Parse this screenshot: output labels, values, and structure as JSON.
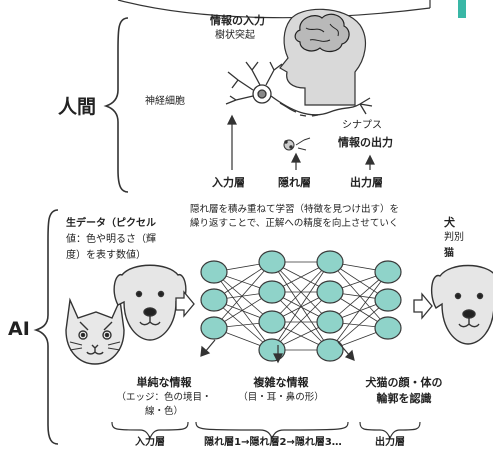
{
  "human": {
    "section_label": "人間",
    "info_input_line1": "情報の入力",
    "info_input_line2": "樹状突起",
    "neuron_label": "神経細胞",
    "synapse_line1": "シナプス",
    "synapse_line2": "情報の出力",
    "layer_input": "入力層",
    "layer_hidden": "隠れ層",
    "layer_output": "出力層"
  },
  "ai": {
    "section_label": "AI",
    "raw_data_lines": [
      "生データ（ピクセル",
      "値：色や明るさ（輝",
      "度）を表す数値）"
    ],
    "top_caption_lines": [
      "隠れ層を積み重ねて学習（特徴を見つけ出す）を",
      "繰り返すことで、正解への精度を向上させていく"
    ],
    "result_lines": [
      "犬",
      "判別",
      "猫"
    ],
    "simple_info_title": "単純な情報",
    "simple_info_lines": [
      "（エッジ：色の境目・",
      "線・色）"
    ],
    "complex_info_title": "複雑な情報",
    "complex_info_detail": "（目・耳・鼻の形）",
    "dogcat_lines": [
      "犬猫の顔・体の",
      "輪郭を認識"
    ],
    "bottom_input": "入力層",
    "bottom_hidden": "隠れ層1→隠れ層2→隠れ層3…",
    "bottom_output": "出力層"
  },
  "colors": {
    "node_fill": "#8fd3c9",
    "node_stroke": "#3a3a3a",
    "head_fill": "#d9d9d9",
    "brain_fill": "#b9b9b9",
    "tab_accent": "#39b7a6"
  }
}
